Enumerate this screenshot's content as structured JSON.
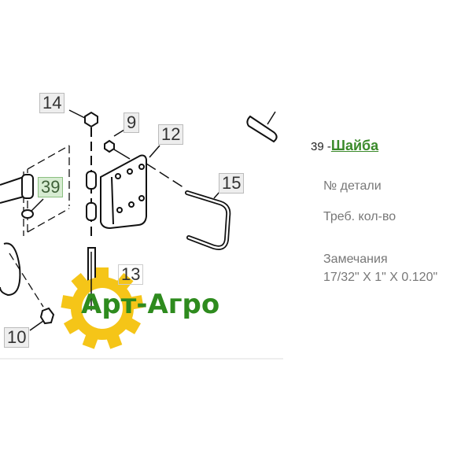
{
  "diagram": {
    "callouts": [
      "14",
      "9",
      "12",
      "15",
      "39",
      "13",
      "10"
    ],
    "selected_callout": "39"
  },
  "logo": {
    "text": "Арт-Агро",
    "gear_color": "#f5c518",
    "text_color": "#2e8b1e"
  },
  "part": {
    "number": "39 -",
    "name": "Шайба",
    "part_no_label": "№ детали",
    "qty_label": "Треб. кол-во",
    "notes_label": "Замечания",
    "notes_value": "17/32\" X 1\" X 0.120\""
  }
}
